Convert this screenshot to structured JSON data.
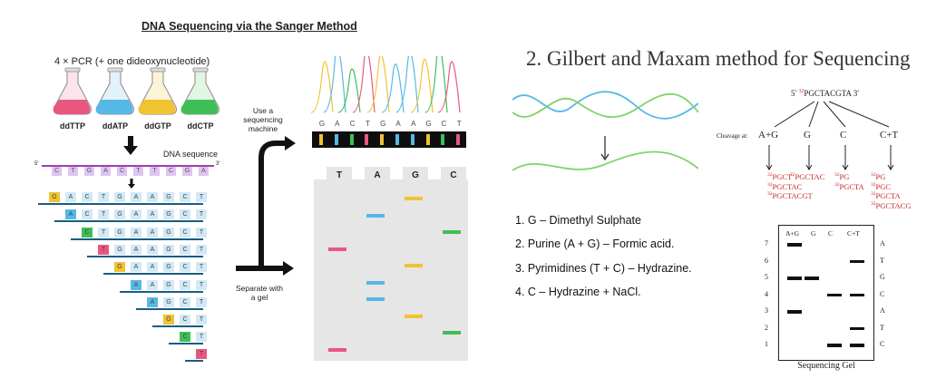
{
  "sanger": {
    "title": "DNA Sequencing via the Sanger Method",
    "pcr_label": "4 × PCR (+ one dideoxynucleotide)",
    "flasks": [
      {
        "label": "ddTTP",
        "color": "#e9577f"
      },
      {
        "label": "ddATP",
        "color": "#56b8e6"
      },
      {
        "label": "ddGTP",
        "color": "#f1c232"
      },
      {
        "label": "ddCTP",
        "color": "#3fbf55"
      }
    ],
    "dna_sequence_label": "DNA sequence",
    "five_prime": "5'",
    "three_prime": "3'",
    "template_bases": [
      "C",
      "T",
      "G",
      "A",
      "C",
      "T",
      "T",
      "C",
      "G",
      "A"
    ],
    "fragments": [
      [
        "G",
        "A",
        "C",
        "T",
        "G",
        "A",
        "A",
        "G",
        "C",
        "T"
      ],
      [
        "A",
        "C",
        "T",
        "G",
        "A",
        "A",
        "G",
        "C",
        "T"
      ],
      [
        "C",
        "T",
        "G",
        "A",
        "A",
        "G",
        "C",
        "T"
      ],
      [
        "T",
        "G",
        "A",
        "A",
        "G",
        "C",
        "T"
      ],
      [
        "G",
        "A",
        "A",
        "G",
        "C",
        "T"
      ],
      [
        "A",
        "A",
        "G",
        "C",
        "T"
      ],
      [
        "A",
        "G",
        "C",
        "T"
      ],
      [
        "G",
        "C",
        "T"
      ],
      [
        "C",
        "T"
      ],
      [
        "T"
      ]
    ],
    "use_machine_label": "Use a sequencing machine",
    "separate_gel_label": "Separate with a gel",
    "read_sequence": [
      "G",
      "A",
      "C",
      "T",
      "G",
      "A",
      "A",
      "G",
      "C",
      "T"
    ],
    "gel_lanes": [
      "T",
      "A",
      "G",
      "C"
    ],
    "colors": {
      "T": "#e9577f",
      "A": "#56b8e6",
      "G": "#f1c232",
      "C": "#3fbf55"
    }
  },
  "gilbert": {
    "title": "2. Gilbert and Maxam method for Sequencing",
    "reagents": [
      "1. G – Dimethyl Sulphate",
      "2. Purine (A + G) – Formic acid.",
      "3. Pyrimidines (T + C) – Hydrazine.",
      "4. C – Hydrazine + NaCl."
    ],
    "strand_prefix": "5'",
    "strand_label": "PGCTACGTA 3'",
    "isotope": "32",
    "cleavage_label": "Cleavage at:",
    "cleavage_sites": [
      "A+G",
      "G",
      "C",
      "C+T"
    ],
    "products": [
      [
        "PGCT",
        "PGCTAC",
        "PGCTACGT"
      ],
      [
        "PGCTAC"
      ],
      [
        "PG",
        "PGCTA"
      ],
      [
        "PG",
        "PGC",
        "PGCTA",
        "PGCTACG"
      ]
    ],
    "gel": {
      "lanes": [
        "A+G",
        "G",
        "C",
        "C+T"
      ],
      "rows": [
        "7",
        "6",
        "5",
        "4",
        "3",
        "2",
        "1"
      ],
      "bases": [
        "A",
        "T",
        "G",
        "C",
        "A",
        "T",
        "C"
      ],
      "caption": "Sequencing Gel"
    }
  }
}
